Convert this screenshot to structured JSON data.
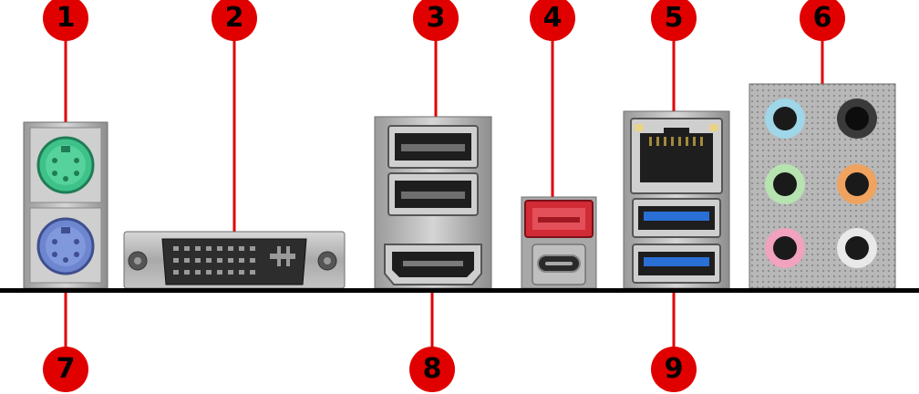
{
  "colors": {
    "callout": "#e00000",
    "baseline": "#000000"
  },
  "callouts": [
    {
      "label": "1",
      "port": "ps2-keyboard-port"
    },
    {
      "label": "2",
      "port": "dvi-port"
    },
    {
      "label": "3",
      "port": "usb-2-ports"
    },
    {
      "label": "4",
      "port": "usb-type-a-and-type-c-ports"
    },
    {
      "label": "5",
      "port": "lan-port"
    },
    {
      "label": "6",
      "port": "audio-jacks"
    },
    {
      "label": "7",
      "port": "ps2-mouse-port"
    },
    {
      "label": "8",
      "port": "hdmi-port"
    },
    {
      "label": "9",
      "port": "usb-3-ports"
    }
  ]
}
